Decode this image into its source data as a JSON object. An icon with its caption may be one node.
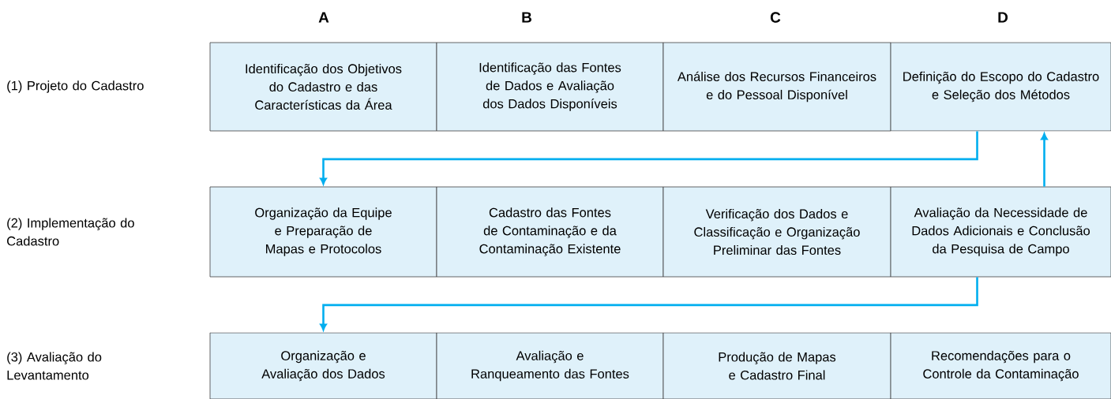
{
  "diagram": {
    "nodes": [
      {
        "text": [
          "Identificação dos Objetivos do Cadastro e das Características da Área"
        ]
      },
      {
        "text": [
          "Identificação das Fontes de Dados e Avaliação dos Dados Disponíveis"
        ]
      },
      {
        "text": [
          "Análise dos Recursos Financeiros e do Pessoal Disponível"
        ]
      },
      {
        "text": [
          "Definição do Escopo do Cadastro e Seleção dos Métodos"
        ]
      },
      {
        "text": [
          "Organização da Equipe e Preparação de Mapas e Protocolos"
        ]
      },
      {
        "text": [
          "Cadastro das Fontes de Contaminação e da Contaminação Existente"
        ]
      },
      {
        "text": [
          "Verificação dos Dados e Classificação e Organização Preliminar das Fontes"
        ]
      },
      {
        "text": [
          "Avaliação da Necessidade de Dados Adicionais e Conclusão da Pesquisa de Campo"
        ]
      },
      {
        "text": [
          "Organização e Avaliação dos Dados"
        ]
      },
      {
        "text": [
          "Avaliação e Ranqueamento das Fontes"
        ]
      },
      {
        "text": [
          "Produção de Mapas e Cadastro Final"
        ]
      },
      {
        "text": [
          "Recomendações para o Controle da Contaminação"
        ]
      }
    ],
    "edges": [
      {
        "from": 3,
        "to": 4,
        "arrow": "to"
      },
      {
        "from": 7,
        "to": 3,
        "arrow": "to"
      },
      {
        "from": 7,
        "to": 8,
        "arrow": "to"
      }
    ],
    "labels": [
      "A",
      "B",
      "C",
      "D",
      "(1) Projeto do Cadastro",
      "(2) Implementação do Cadastro",
      "(3) Avaliação do Levantamento"
    ]
  }
}
